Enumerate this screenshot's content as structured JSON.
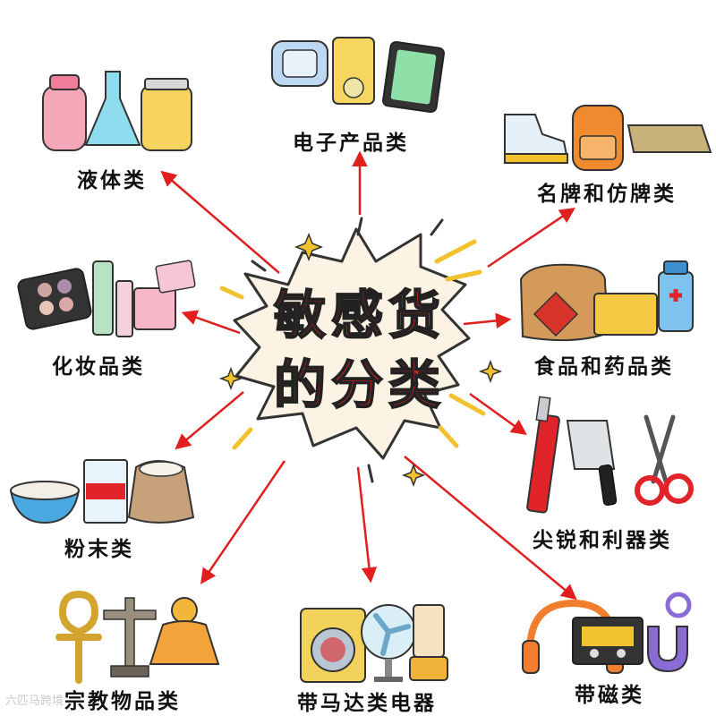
{
  "title": {
    "line1": "敏感货",
    "line2": "的分类"
  },
  "categories": [
    {
      "id": "liquid",
      "label": "液体类"
    },
    {
      "id": "electronics",
      "label": "电子产品类"
    },
    {
      "id": "brand",
      "label": "名牌和仿牌类"
    },
    {
      "id": "cosmetics",
      "label": "化妆品类"
    },
    {
      "id": "food-medicine",
      "label": "食品和药品类"
    },
    {
      "id": "powder",
      "label": "粉末类"
    },
    {
      "id": "sharp",
      "label": "尖锐和利器类"
    },
    {
      "id": "religious",
      "label": "宗教物品类"
    },
    {
      "id": "motor",
      "label": "带马达类电器"
    },
    {
      "id": "magnetic",
      "label": "带磁类"
    }
  ],
  "watermark": "六匹马跨境",
  "colors": {
    "arrow": "#e01f1f",
    "title_text": "#e8231f",
    "burst_fill": "#fdf3e4",
    "burst_stroke": "#333333",
    "spark": "#f2c12e"
  }
}
